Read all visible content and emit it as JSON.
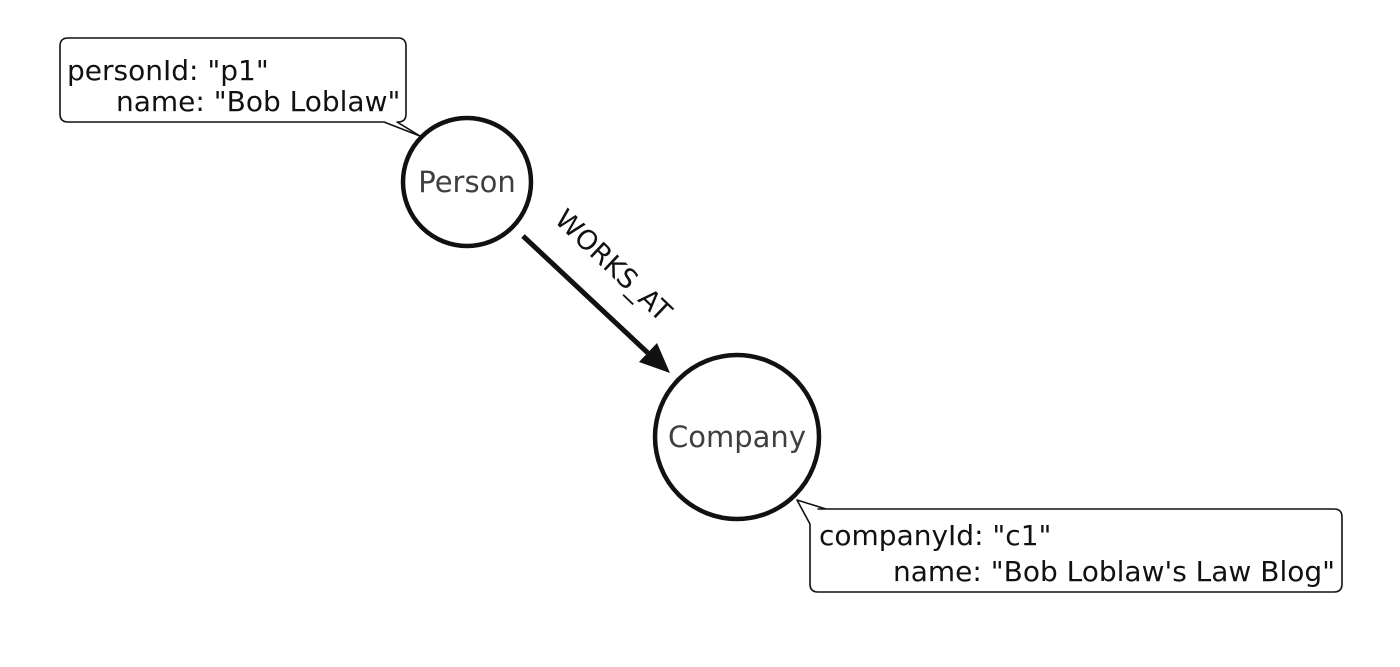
{
  "diagram": {
    "nodes": [
      {
        "label": "Person",
        "properties": [
          {
            "key": "personId:",
            "value": "\"p1\""
          },
          {
            "key": "name:",
            "value": "\"Bob Loblaw\""
          }
        ]
      },
      {
        "label": "Company",
        "properties": [
          {
            "key": "companyId:",
            "value": "\"c1\""
          },
          {
            "key": "name:",
            "value": "\"Bob Loblaw's Law Blog\""
          }
        ]
      }
    ],
    "relationship": {
      "type": "WORKS_AT",
      "from": "Person",
      "to": "Company"
    }
  },
  "colors": {
    "stroke": "#111111",
    "node_text": "#3f3f3f",
    "background": "#ffffff"
  }
}
